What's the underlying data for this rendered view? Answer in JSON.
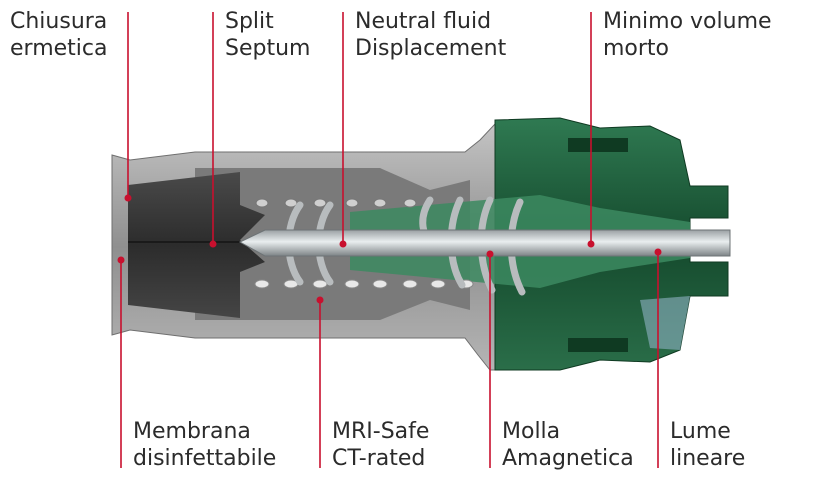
{
  "labels": {
    "chiusura": {
      "line1": "Chiusura",
      "line2": "ermetica"
    },
    "split": {
      "line1": "Split",
      "line2": "Septum"
    },
    "neutral": {
      "line1": "Neutral fluid",
      "line2": "Displacement"
    },
    "minimo": {
      "line1": "Minimo volume",
      "line2": "morto"
    },
    "membrana": {
      "line1": "Membrana",
      "line2": "disinfettabile"
    },
    "mri": {
      "line1": "MRI-Safe",
      "line2": "CT-rated"
    },
    "molla": {
      "line1": "Molla",
      "line2": "Amagnetica"
    },
    "lume": {
      "line1": "Lume",
      "line2": "lineare"
    }
  },
  "colors": {
    "leader": "#c8102e",
    "housing_gray": "#a9a9a9",
    "septum_dark": "#3a3a3a",
    "connector_green": "#1f5c3a",
    "text": "#2b2b2b"
  }
}
